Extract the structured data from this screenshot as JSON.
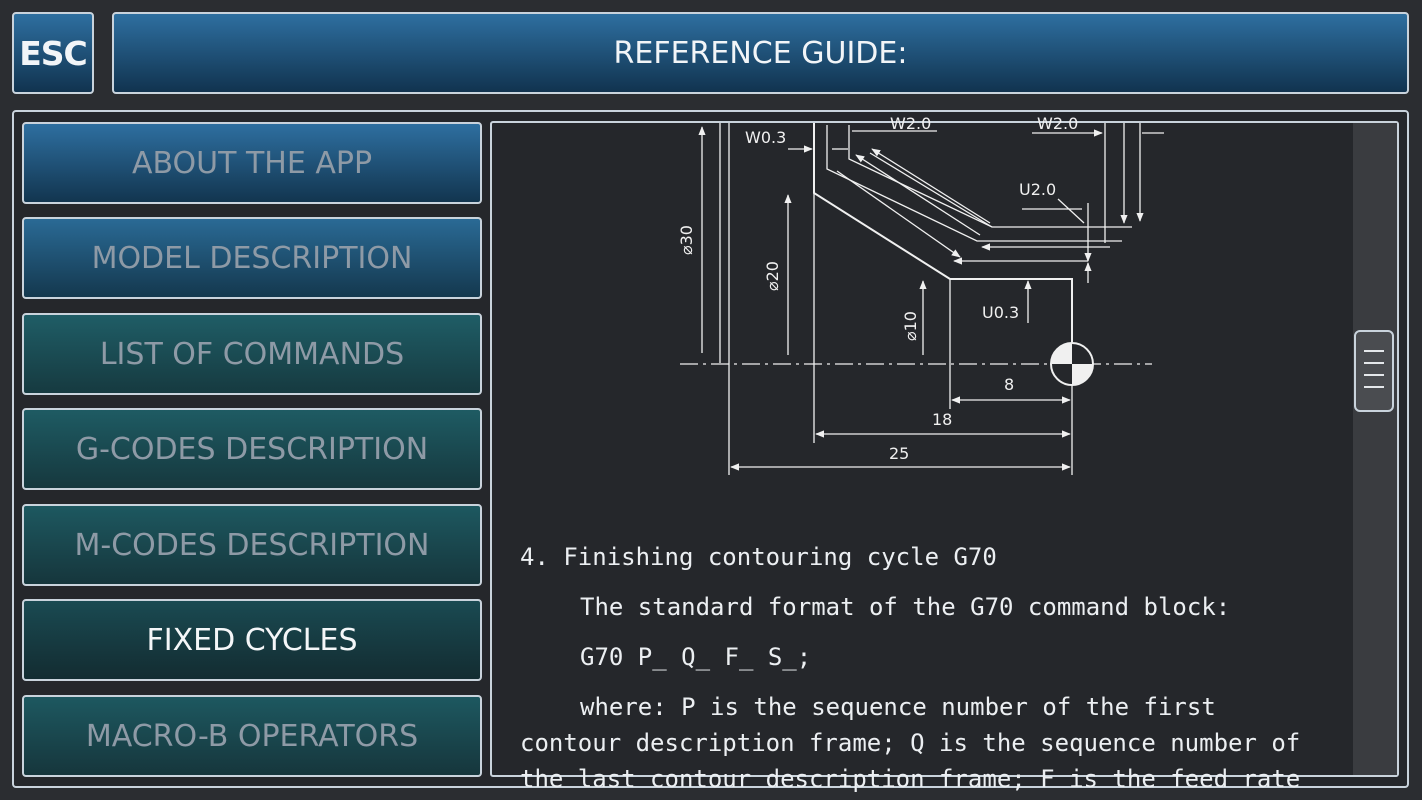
{
  "header": {
    "esc_label": "ESC",
    "title": "REFERENCE GUIDE:"
  },
  "sidebar": {
    "items": [
      {
        "label": "ABOUT THE APP",
        "active": false
      },
      {
        "label": "MODEL DESCRIPTION",
        "active": false
      },
      {
        "label": "LIST OF COMMANDS",
        "active": false
      },
      {
        "label": "G-CODES DESCRIPTION",
        "active": false
      },
      {
        "label": "M-CODES DESCRIPTION",
        "active": false
      },
      {
        "label": "FIXED CYCLES",
        "active": true
      },
      {
        "label": "MACRO-B OPERATORS",
        "active": false
      }
    ]
  },
  "diagram": {
    "labels": {
      "w03": "W0.3",
      "w2_left": "W2.0",
      "w2_right": "W2.0",
      "u2": "U2.0",
      "u03": "U0.3",
      "d30": "⌀30",
      "d20": "⌀20",
      "d10": "⌀10",
      "dim8": "8",
      "dim18": "18",
      "dim25": "25"
    }
  },
  "content": {
    "heading": "4. Finishing contouring cycle G70",
    "line1": "The standard format of the G70 command block:",
    "line2": "G70 P_ Q_ F_ S_;",
    "line3": "where: P is the sequence number of the first",
    "line4": "contour description frame; Q is the sequence number of",
    "line5": "the last contour description frame; F is the feed rate"
  },
  "colors": {
    "accent_top": "#2e6fa0",
    "accent_bottom": "#11334f",
    "teal_top": "#1f5b63",
    "teal_bottom": "#18343b",
    "border": "#c9d3dc",
    "background": "#25272b"
  }
}
